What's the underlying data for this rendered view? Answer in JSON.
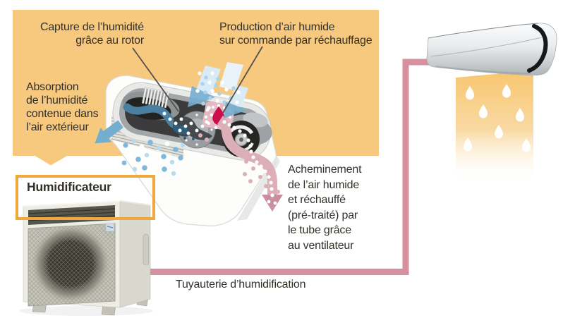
{
  "diagram": {
    "labels": {
      "capture": "Capture de l’humidité\ngrâce au rotor",
      "production": "Production d’air humide\nsur commande par réchauffage",
      "absorption": "Absorption\nde l’humidité\ncontenue dans\nl’air extérieur",
      "humidifier": "Humidificateur",
      "routing": "Acheminement\nde l’air humide\net réchauffé\n(pré-traité) par\nle tube grâce\nau ventilateur",
      "pipe": "Tuyauterie d’humidification"
    }
  },
  "colors": {
    "panel_orange": "#F6C97E",
    "frame_orange": "#F0A83C",
    "pipe_pink": "#D6909E",
    "stream_pink": "#DCAEB8",
    "stream_arrow_pink": "#C98FA0",
    "heater_red": "#C9104A",
    "arrow_blue": "#74AECF",
    "arrow_blue_pale": "#D9EBF6",
    "dot_blue": "#7FB8DE",
    "drop_column_orange": "#F8C56C",
    "text_dark": "#33302A"
  },
  "illustrations": {
    "humidifier_cutaway": "humidifier-cutaway",
    "outdoor_unit": "outdoor-unit",
    "indoor_unit": "indoor-unit",
    "water_drops": "water-drops",
    "humidification_pipe": "humidification-pipe"
  }
}
